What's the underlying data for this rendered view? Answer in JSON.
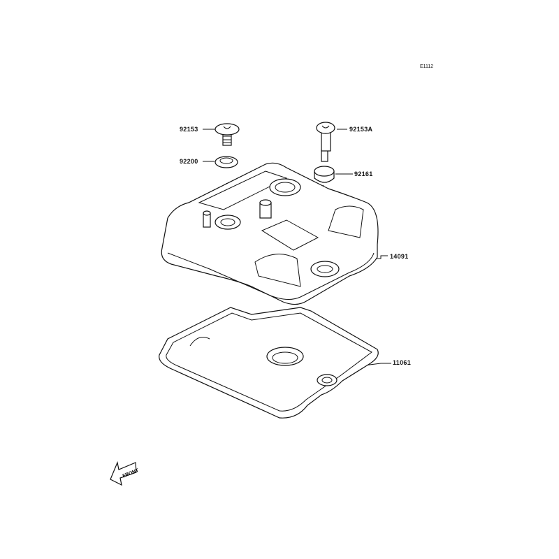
{
  "diagram_code": "E1112",
  "parts": [
    {
      "number": "92153",
      "name": "bolt"
    },
    {
      "number": "92200",
      "name": "washer"
    },
    {
      "number": "92153A",
      "name": "bolt"
    },
    {
      "number": "92161",
      "name": "grommet"
    },
    {
      "number": "14091",
      "name": "cylinder-head-cover"
    },
    {
      "number": "11061",
      "name": "gasket"
    }
  ],
  "front_arrow_label": "FRONT"
}
